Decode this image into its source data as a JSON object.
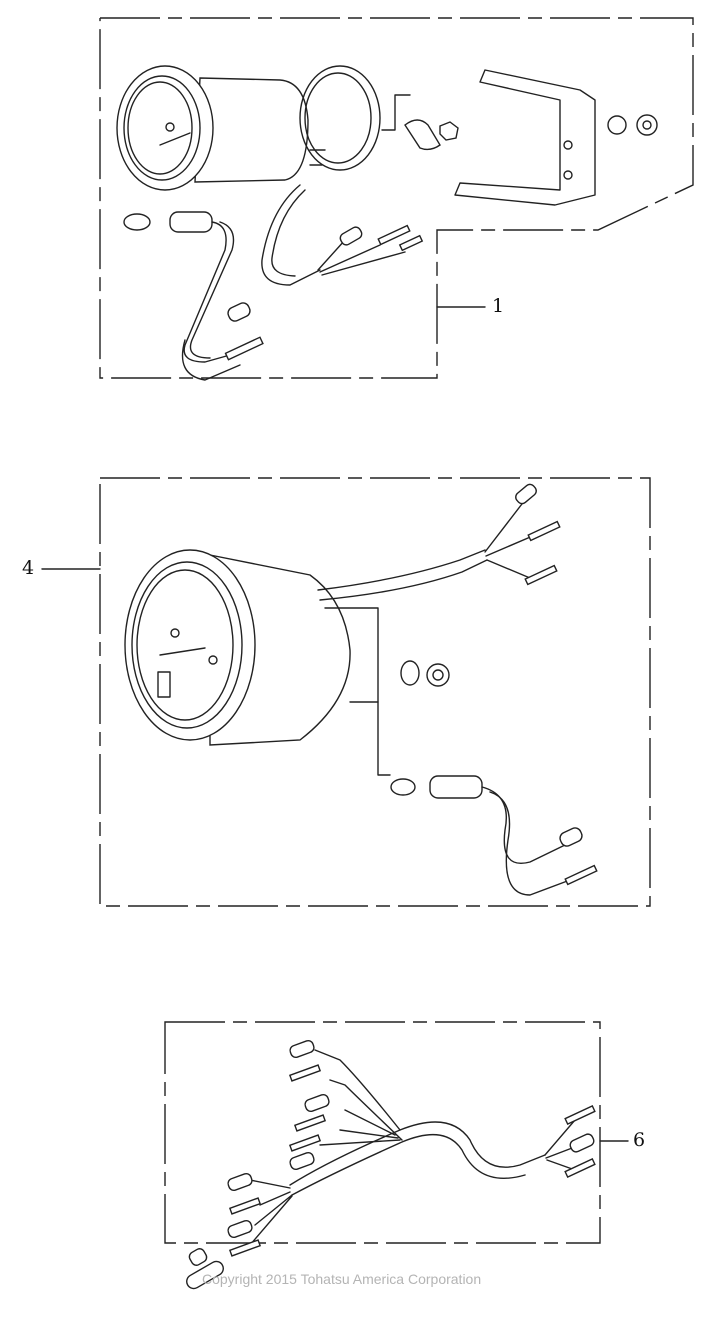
{
  "callouts": {
    "group1": "1",
    "group4": "4",
    "group6": "6"
  },
  "copyright": "Copyright 2015 Tohatsu America Corporation"
}
